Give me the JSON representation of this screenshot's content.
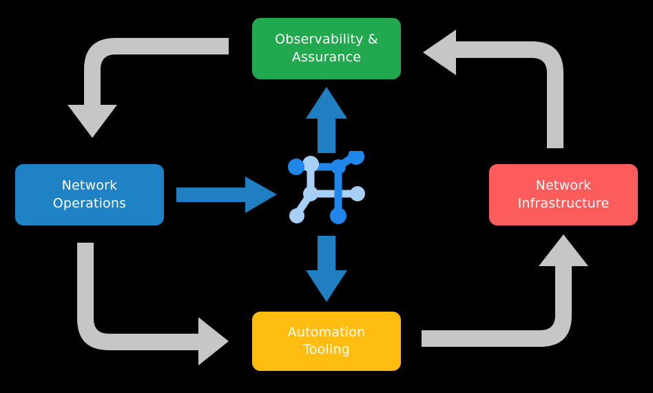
{
  "diagram": {
    "title": "Network automation lifecycle cycle diagram",
    "background_color": "#000000",
    "center": {
      "icon_name": "network-topology-icon",
      "primary_color": "#2086EA",
      "secondary_color": "#A8CFF5"
    },
    "nodes": [
      {
        "id": "observability",
        "label": "Observability &\nAssurance",
        "color": "#22A950",
        "text_color": "#ffffff",
        "position": "top"
      },
      {
        "id": "operations",
        "label": "Network\nOperations",
        "color": "#1F82C5",
        "text_color": "#ffffff",
        "position": "left"
      },
      {
        "id": "infrastructure",
        "label": "Network\nInfrastructure",
        "color": "#FC5C5C",
        "text_color": "#ffffff",
        "position": "right"
      },
      {
        "id": "automation",
        "label": "Automation\nTooling",
        "color": "#FFBC11",
        "text_color": "#ffffff",
        "position": "bottom"
      }
    ],
    "flow_arrows": [
      {
        "id": "observability-to-operations",
        "name": "arrow-observability-to-operations",
        "color": "#C6C6C6",
        "direction": "down",
        "from": "observability",
        "to": "operations"
      },
      {
        "id": "operations-to-automation",
        "name": "arrow-operations-to-automation",
        "color": "#C6C6C6",
        "direction": "right",
        "from": "operations",
        "to": "automation"
      },
      {
        "id": "automation-to-infrastructure",
        "name": "arrow-automation-to-infrastructure",
        "color": "#C6C6C6",
        "direction": "up",
        "from": "automation",
        "to": "infrastructure"
      },
      {
        "id": "infrastructure-to-observability",
        "name": "arrow-infrastructure-to-observability",
        "color": "#C6C6C6",
        "direction": "left",
        "from": "infrastructure",
        "to": "observability"
      }
    ],
    "center_arrows": [
      {
        "id": "center-to-observability",
        "name": "arrow-center-to-observability",
        "color": "#1F82C5",
        "direction": "up"
      },
      {
        "id": "operations-to-center",
        "name": "arrow-operations-to-center",
        "color": "#1F82C5",
        "direction": "right"
      },
      {
        "id": "center-to-automation",
        "name": "arrow-center-to-automation",
        "color": "#1F82C5",
        "direction": "down"
      }
    ]
  }
}
